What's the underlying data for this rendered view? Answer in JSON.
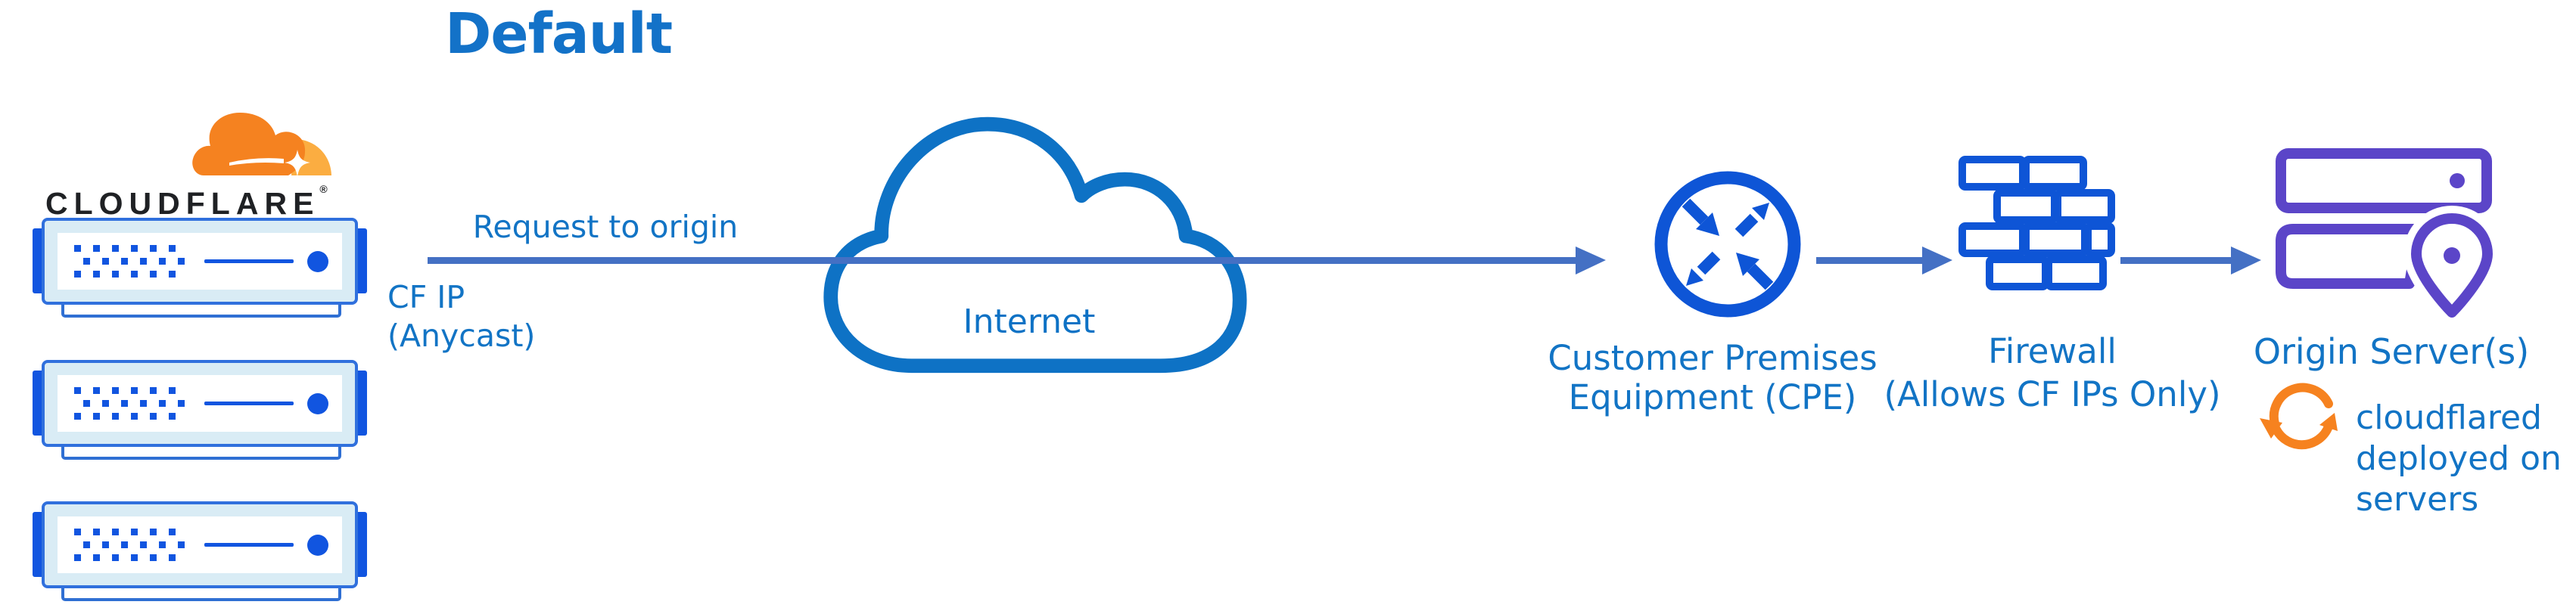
{
  "title": "Default",
  "logo": {
    "wordmark": "CLOUDFLARE",
    "registered": "®"
  },
  "edge": {
    "request_label": "Request to origin",
    "cf_ip_line1": "CF IP",
    "cf_ip_line2": "(Anycast)"
  },
  "internet": {
    "label": "Internet"
  },
  "cpe": {
    "line1": "Customer Premises",
    "line2": "Equipment (CPE)"
  },
  "firewall": {
    "line1": "Firewall",
    "line2": "(Allows CF IPs Only)"
  },
  "origin": {
    "label": "Origin Server(s)",
    "note_line1": "cloudflared",
    "note_line2": "deployed on",
    "note_line3": "servers"
  },
  "icons": {
    "cloudflare_logo": "cloudflare-cloud-logo",
    "edge_servers": "three stacked edge server appliances",
    "internet_cloud": "internet-cloud outline",
    "cpe_router": "circle with two inward and two outward diagonal arrows",
    "firewall": "blue brick wall",
    "origin_servers": "two purple server bars with location pin",
    "cloudflared_sync": "orange circular sync arrows"
  },
  "colors": {
    "title_blue": "#1372c8",
    "label_blue": "#1274c5",
    "icon_blue": "#0e55d6",
    "server_accent_blue": "#1155e0",
    "server_frame_light": "#d9ecf5",
    "server_border_blue": "#3070dd",
    "arrow_slate_blue": "#4470c4",
    "cloud_stroke_blue": "#0e72c5",
    "origin_purple": "#5b45c8",
    "logo_orange": "#f58220",
    "logo_light_orange": "#fbad41",
    "sync_orange": "#f6821f",
    "wordmark_dark": "#1f2124"
  }
}
